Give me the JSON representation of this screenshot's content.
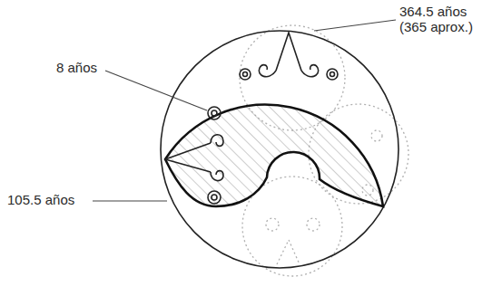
{
  "diagram": {
    "labels": [
      "364.5 años (365 aprox.)",
      "8 años",
      "105.5 años"
    ]
  }
}
